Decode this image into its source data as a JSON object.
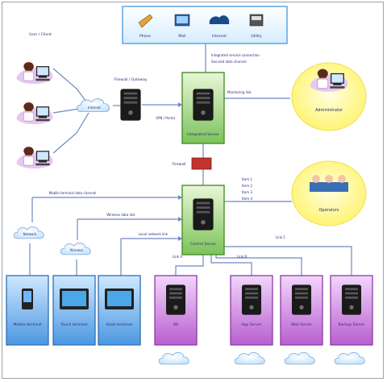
{
  "top_bar": {
    "items": [
      {
        "label": "Phone",
        "icon": "phone-icon"
      },
      {
        "label": "Mail",
        "icon": "mail-icon"
      },
      {
        "label": "Internet",
        "icon": "cloud-icon"
      },
      {
        "label": "Utility",
        "icon": "printer-icon"
      }
    ]
  },
  "left_users": {
    "caption": "User / Client",
    "icon": "user-at-computer-icon"
  },
  "internet_cloud": {
    "label": "Internet"
  },
  "gateway_server": {
    "label": "Firewall / Gateway",
    "tag": "VPN / Portal"
  },
  "main_server": {
    "label": "Integrated Server"
  },
  "firewall": {
    "label": "Firewall"
  },
  "center_server": {
    "label": "Control Server"
  },
  "note_top_right": {
    "lines": [
      "Integrated service connection",
      "Secured data channel",
      "Monitoring link"
    ]
  },
  "mgmt_bubble": {
    "label": "Administrator",
    "icon": "admin-at-desk-icon"
  },
  "operator_bubble": {
    "label": "Operators",
    "icon": "operators-meeting-icon"
  },
  "middle_notes": {
    "line_a": "Mobile terminal data channel",
    "line_b": "Wireless data link",
    "line_c": "Local network link",
    "right_list": [
      "Item 1",
      "Item 2",
      "Item 3",
      "Item 4"
    ]
  },
  "bottom_left_clouds": [
    {
      "label": "Network"
    },
    {
      "label": "Wireless"
    }
  ],
  "bottom_terminals": [
    {
      "label": "Mobile terminal",
      "color": "#5aa6e8"
    },
    {
      "label": "Touch terminal",
      "color": "#5aa6e8"
    },
    {
      "label": "Kiosk terminal",
      "color": "#5aa6e8"
    }
  ],
  "bottom_servers": [
    {
      "label": "DB",
      "color": "#c77ad6"
    },
    {
      "label": "App Server",
      "color": "#c77ad6"
    },
    {
      "label": "Web Server",
      "color": "#c77ad6"
    },
    {
      "label": "Backup Server",
      "color": "#c77ad6"
    }
  ],
  "branch_labels": [
    "Link A",
    "Link B",
    "Link C"
  ],
  "colors": {
    "line": "#6f88c2",
    "green_box": "#8fcf6a",
    "purple_box": "#c77ad6",
    "blue_box": "#5aa6e8",
    "yellow_bubble": "#fff68a",
    "firewall": "#c4322f"
  }
}
